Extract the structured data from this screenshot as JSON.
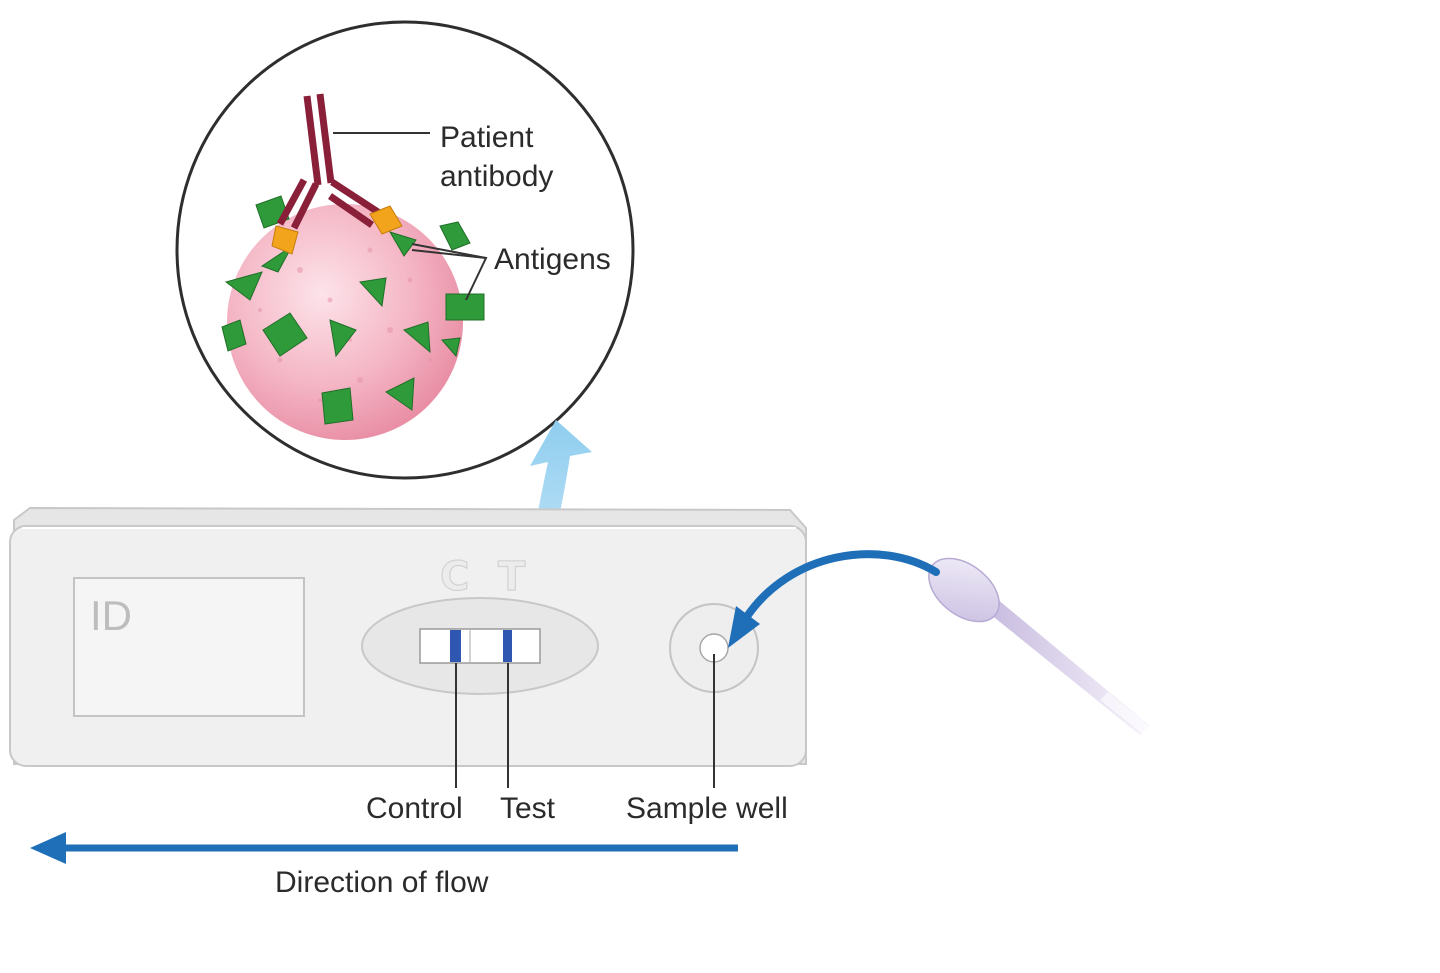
{
  "labels": {
    "patient_antibody_line1": "Patient",
    "patient_antibody_line2": "antibody",
    "antigens": "Antigens",
    "control": "Control",
    "test": "Test",
    "sample_well": "Sample well",
    "direction_of_flow": "Direction of flow"
  },
  "cassette": {
    "id_label": "ID",
    "control_letter": "C",
    "test_letter": "T"
  },
  "colors": {
    "antibody": "#8a1f3a",
    "antigen": "#2f9a3a",
    "bead": "#f3b2c2",
    "binding_site": "#f2a51c",
    "band": "#2f56b0",
    "flow_arrow": "#1f6fb8",
    "zoom_arrow": "#9fd6f2",
    "cassette": "#f0f0f0"
  }
}
